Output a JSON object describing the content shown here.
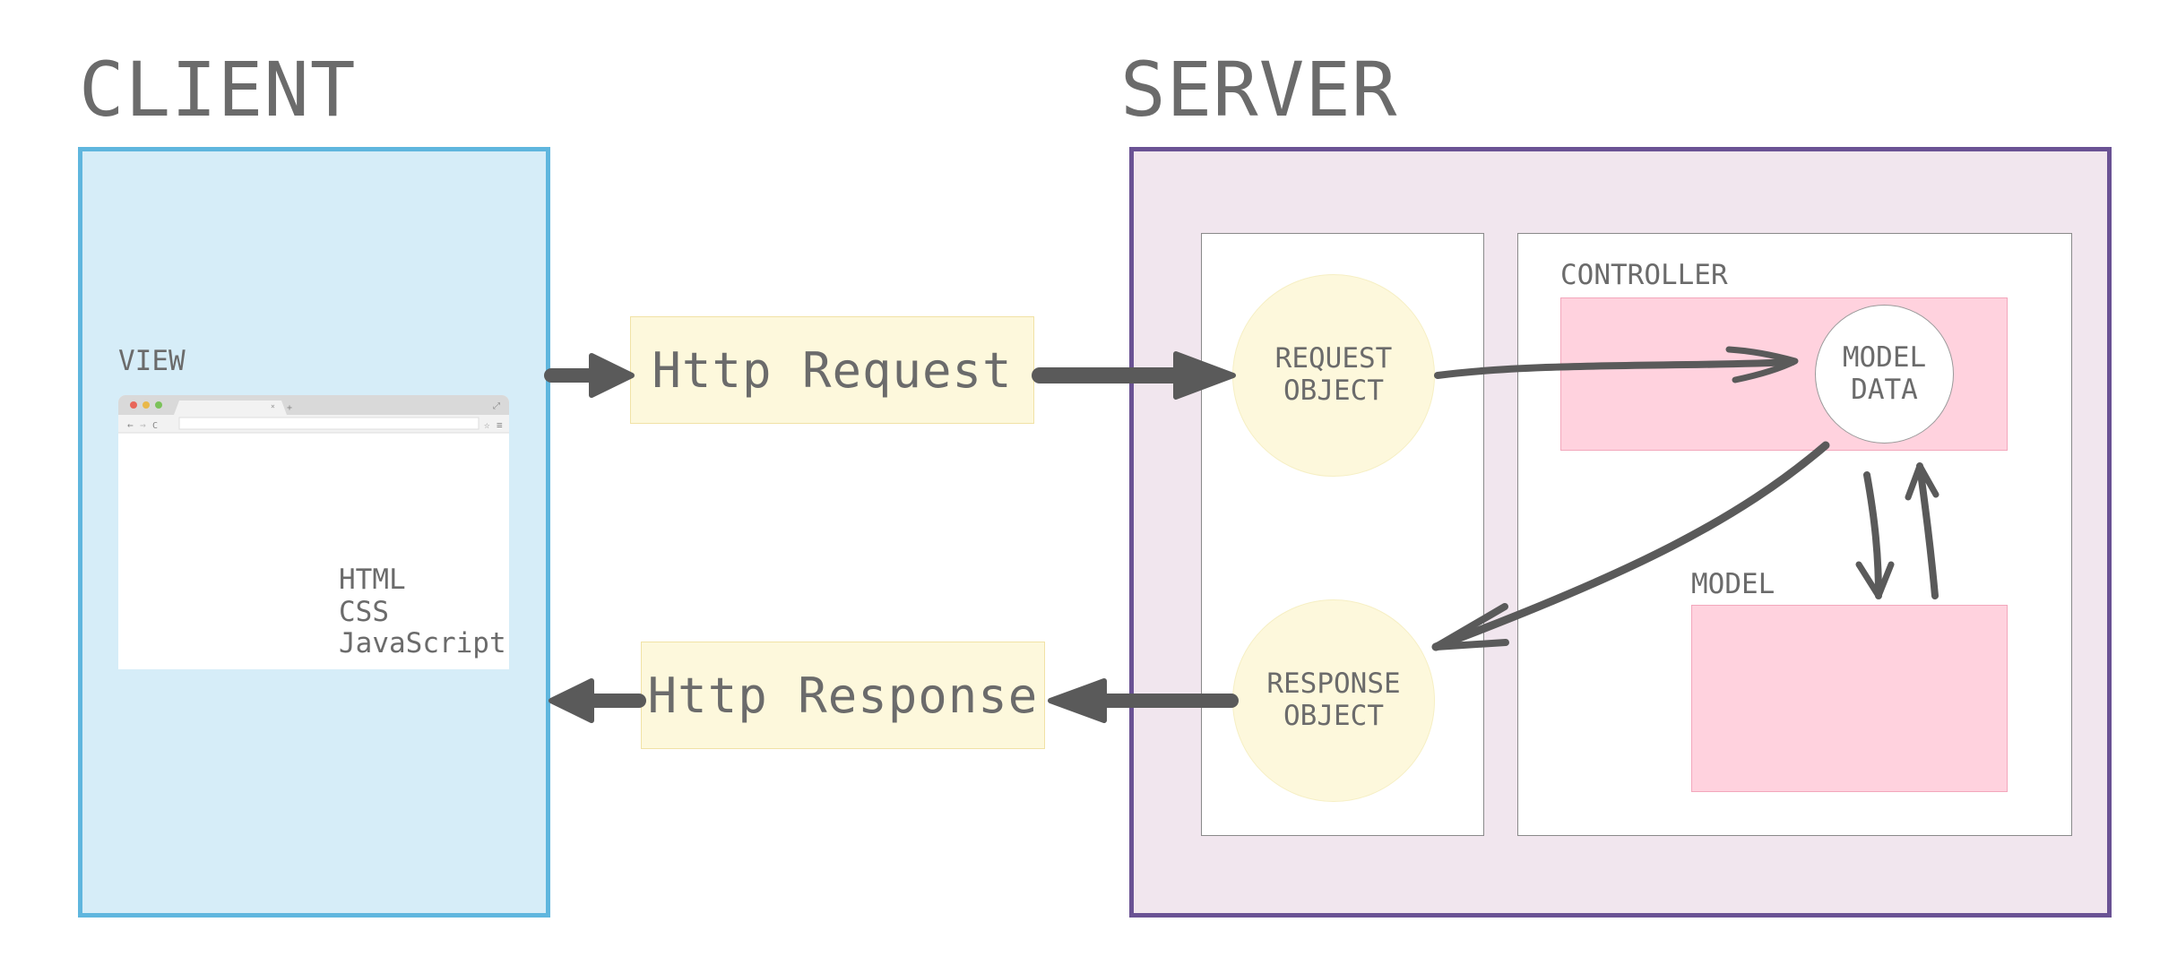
{
  "client": {
    "title": "CLIENT",
    "view_label": "VIEW",
    "tech": [
      "HTML",
      "CSS",
      "JavaScript"
    ]
  },
  "server": {
    "title": "SERVER",
    "request_object": [
      "REQUEST",
      "OBJECT"
    ],
    "response_object": [
      "RESPONSE",
      "OBJECT"
    ],
    "controller_label": "CONTROLLER",
    "model_data": [
      "MODEL",
      "DATA"
    ],
    "model_label": "MODEL"
  },
  "http": {
    "request": "Http Request",
    "response": "Http Response"
  },
  "colors": {
    "client_fill": "#d6edf8",
    "client_border": "#5fb6de",
    "server_fill": "#f1e6ee",
    "server_border": "#6a5294",
    "http_fill": "#fdf8dc",
    "pink": "#ffd2de",
    "arrow": "#5a5a5a"
  },
  "icons": [
    "browser-window-icon",
    "back-arrow-icon",
    "forward-arrow-icon",
    "reload-icon",
    "star-icon",
    "menu-icon",
    "expand-icon"
  ]
}
